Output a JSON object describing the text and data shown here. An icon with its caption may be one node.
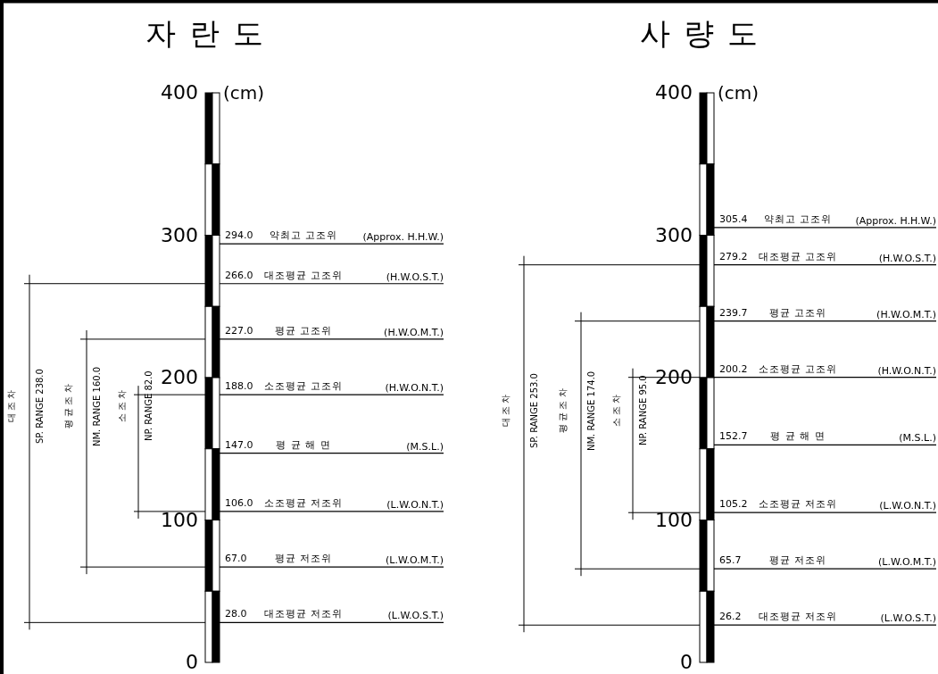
{
  "diagram": {
    "labels": [
      "자 란 도",
      "400",
      "300",
      "200",
      "100",
      "0",
      "(cm)",
      "294.0",
      "약최고 고조위",
      "(Approx. H.H.W.)",
      "266.0",
      "대조평균 고조위",
      "(H.W.O.S.T.)",
      "227.0",
      "평균 고조위",
      "(H.W.O.M.T.)",
      "188.0",
      "소조평균 고조위",
      "(H.W.O.N.T.)",
      "147.0",
      "평 균 해 면",
      "(M.S.L.)",
      "106.0",
      "소조평균 저조위",
      "(L.W.O.N.T.)",
      "67.0",
      "평균 저조위",
      "(L.W.O.M.T.)",
      "28.0",
      "대조평균 저조위",
      "(L.W.O.S.T.)",
      "대 조 차",
      "SP. RANGE 238.0",
      "평 균 조 차",
      "NM. RANGE 160.0",
      "소 조 차",
      "NP. RANGE 82.0",
      "사 량 도",
      "400",
      "300",
      "200",
      "100",
      "0",
      "(cm)",
      "305.4",
      "약최고 고조위",
      "(Approx. H.H.W.)",
      "279.2",
      "대조평균 고조위",
      "(H.W.O.S.T.)",
      "239.7",
      "평균 고조위",
      "(H.W.O.M.T.)",
      "200.2",
      "소조평균 고조위",
      "(H.W.O.N.T.)",
      "152.7",
      "평 균 해 면",
      "(M.S.L.)",
      "105.2",
      "소조평균 저조위",
      "(L.W.O.N.T.)",
      "65.7",
      "평균 저조위",
      "(L.W.O.M.T.)",
      "26.2",
      "대조평균 저조위",
      "(L.W.O.S.T.)",
      "대 조 차",
      "SP. RANGE 253.0",
      "평 균 조 차",
      "NM. RANGE 174.0",
      "소 조 차",
      "NP. RANGE 95.0"
    ]
  }
}
